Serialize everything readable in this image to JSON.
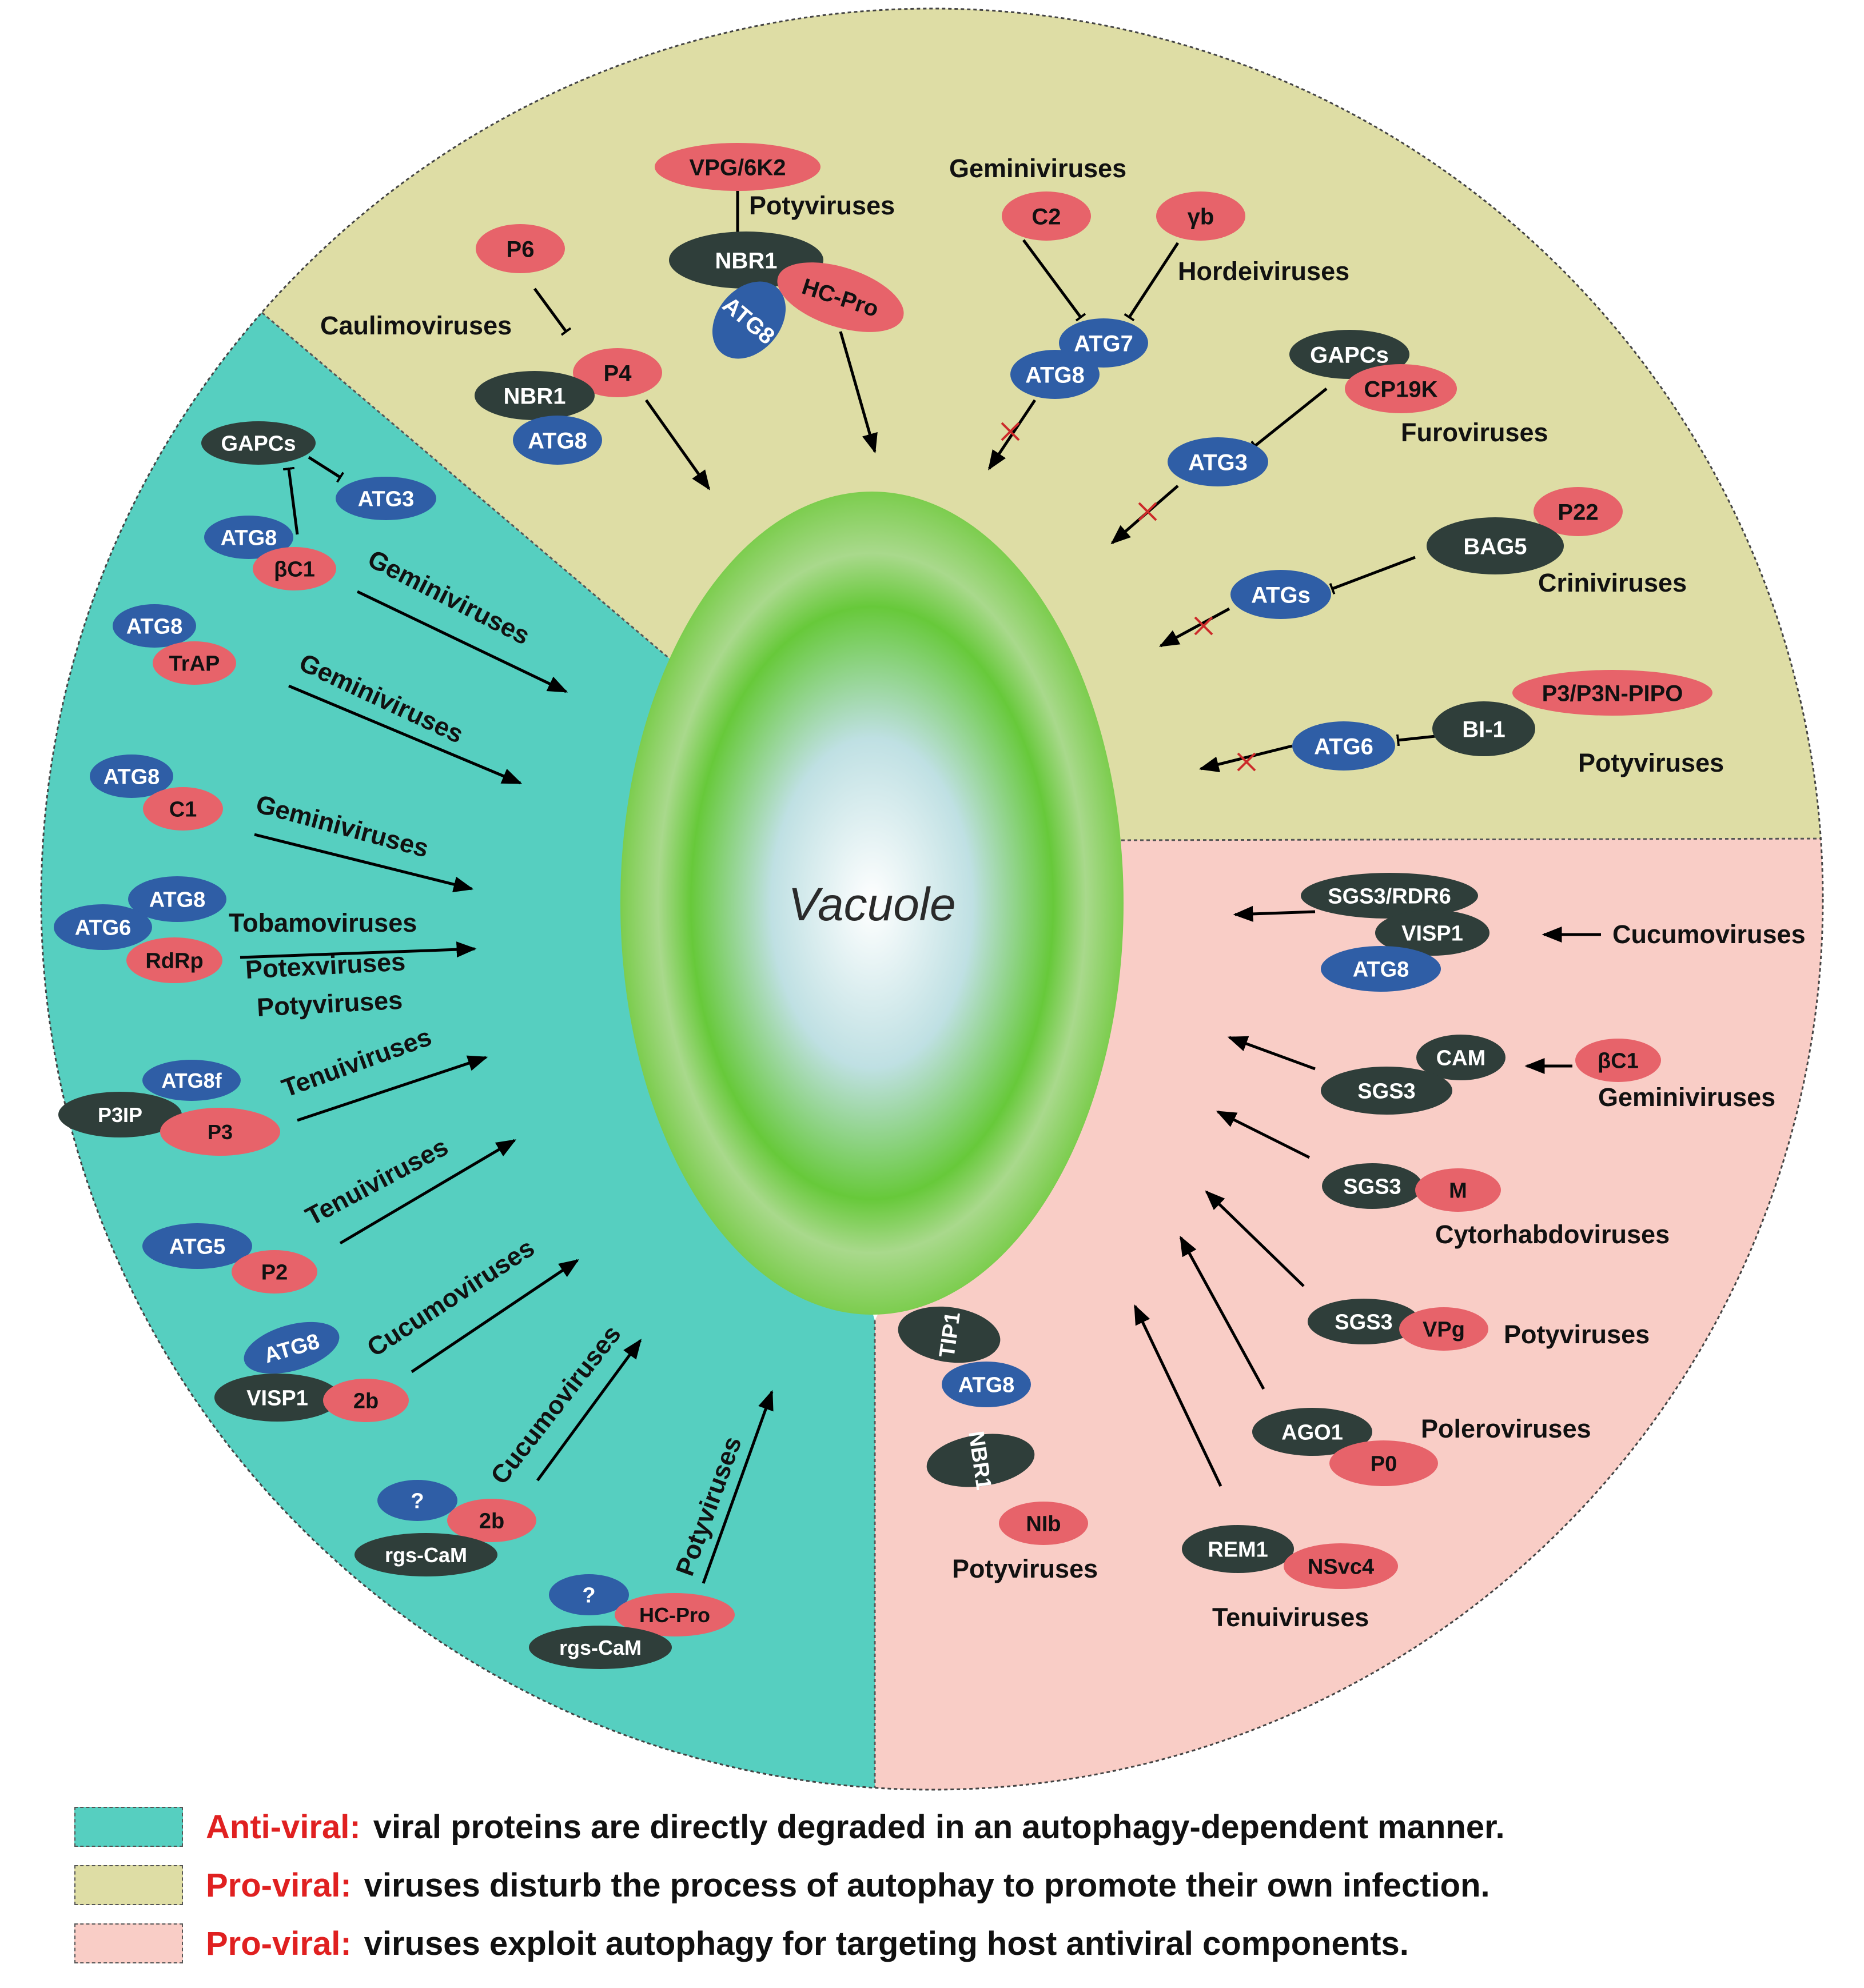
{
  "colors": {
    "anti": "#56cfc0",
    "pro1": "#dedda5",
    "pro2": "#f9cdc6",
    "red": "#e7636a",
    "blue": "#2f5ea6",
    "dark": "#2f3e3a",
    "vacuole": "#6fcb3c"
  },
  "center": {
    "label": "Vacuole"
  },
  "nodes": {
    "vpg6k2": "VPG/6K2",
    "nbr1_a": "NBR1",
    "atg8_a": "ATG8",
    "hcpro_a": "HC-Pro",
    "p6": "P6",
    "p4": "P4",
    "nbr1_b": "NBR1",
    "atg8_b": "ATG8",
    "c2": "C2",
    "yb": "γb",
    "atg7": "ATG7",
    "atg8_c": "ATG8",
    "gapcs_a": "GAPCs",
    "cp19k": "CP19K",
    "atg3_a": "ATG3",
    "p22": "P22",
    "bag5": "BAG5",
    "atgs": "ATGs",
    "p3p3n": "P3/P3N-PIPO",
    "bi1": "BI-1",
    "atg6_a": "ATG6",
    "gapcs_b": "GAPCs",
    "atg3_b": "ATG3",
    "atg8_d": "ATG8",
    "bc1_a": "βC1",
    "atg8_e": "ATG8",
    "trap": "TrAP",
    "atg8_f": "ATG8",
    "c1": "C1",
    "atg8_g": "ATG8",
    "atg6_b": "ATG6",
    "rdrp": "RdRp",
    "atg8f": "ATG8f",
    "p3ip": "P3IP",
    "p3": "P3",
    "atg5": "ATG5",
    "p2": "P2",
    "atg8_h": "ATG8",
    "visp1_a": "VISP1",
    "b2_a": "2b",
    "q_a": "?",
    "b2_b": "2b",
    "rgscam_a": "rgs-CaM",
    "q_b": "?",
    "hcpro_b": "HC-Pro",
    "rgscam_b": "rgs-CaM",
    "sgs3rdr6": "SGS3/RDR6",
    "visp1_b": "VISP1",
    "atg8_i": "ATG8",
    "cam": "CAM",
    "sgs3_a": "SGS3",
    "bc1_b": "βC1",
    "sgs3_b": "SGS3",
    "m": "M",
    "sgs3_c": "SGS3",
    "vpg": "VPg",
    "ago1": "AGO1",
    "p0": "P0",
    "rem1": "REM1",
    "nsvc4": "NSvc4",
    "tip1": "TIP1",
    "atg8_j": "ATG8",
    "nbr1_c": "NBR1",
    "nib": "NIb"
  },
  "virus_labels": {
    "potyviruses_a": "Potyviruses",
    "geminiviruses_a": "Geminiviruses",
    "hordeiviruses": "Hordeiviruses",
    "caulimoviruses": "Caulimoviruses",
    "furoviruses": "Furoviruses",
    "criniviruses": "Criniviruses",
    "potyviruses_b": "Potyviruses",
    "geminiviruses_b": "Geminiviruses",
    "geminiviruses_c": "Geminiviruses",
    "geminiviruses_d": "Geminiviruses",
    "tobamoviruses": "Tobamoviruses",
    "potexviruses": "Potexviruses",
    "potyviruses_c": "Potyviruses",
    "tenuiviruses_a": "Tenuiviruses",
    "tenuiviruses_b": "Tenuiviruses",
    "cucumoviruses_a": "Cucumoviruses",
    "cucumoviruses_b": "Cucumoviruses",
    "potyviruses_d": "Potyviruses",
    "cucumoviruses_c": "Cucumoviruses",
    "geminiviruses_e": "Geminiviruses",
    "cytorhabdoviruses": "Cytorhabdoviruses",
    "potyviruses_e": "Potyviruses",
    "poleroviruses": "Poleroviruses",
    "potyviruses_f": "Potyviruses",
    "tenuiviruses_c": "Tenuiviruses"
  },
  "legend": [
    {
      "label": "Anti-viral:",
      "text": "viral proteins are directly degraded in an autophagy-dependent manner.",
      "color": "#56cfc0"
    },
    {
      "label": "Pro-viral:",
      "text": "viruses disturb the process of autophay to promote their own infection.",
      "color": "#dedda5"
    },
    {
      "label": "Pro-viral:",
      "text": "viruses exploit autophagy for targeting host antiviral components.",
      "color": "#f9cdc6"
    }
  ]
}
